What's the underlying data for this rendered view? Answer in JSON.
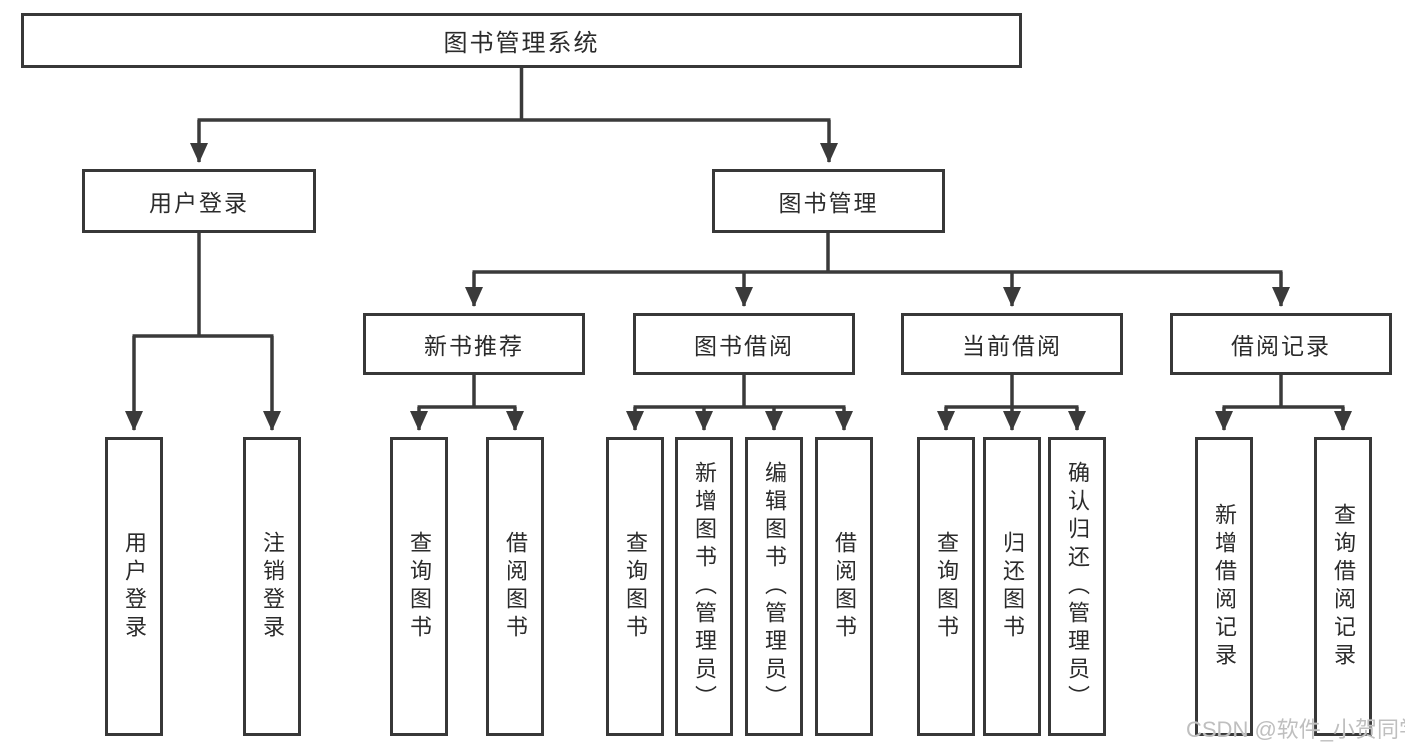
{
  "diagram": {
    "root": {
      "label": "图书管理系统"
    },
    "level2": [
      {
        "label": "用户登录"
      },
      {
        "label": "图书管理"
      }
    ],
    "level3": [
      {
        "label": "新书推荐"
      },
      {
        "label": "图书借阅"
      },
      {
        "label": "当前借阅"
      },
      {
        "label": "借阅记录"
      }
    ],
    "leaves": [
      {
        "label": "用户登录"
      },
      {
        "label": "注销登录"
      },
      {
        "label": "查询图书"
      },
      {
        "label": "借阅图书"
      },
      {
        "label": "查询图书"
      },
      {
        "label": "新增图书（管理员）"
      },
      {
        "label": "编辑图书（管理员）"
      },
      {
        "label": "借阅图书"
      },
      {
        "label": "查询图书"
      },
      {
        "label": "归还图书"
      },
      {
        "label": "确认归还（管理员）"
      },
      {
        "label": "新增借阅记录"
      },
      {
        "label": "查询借阅记录"
      }
    ]
  },
  "watermark": "CSDN @软件_小贺同学",
  "colors": {
    "line": "#3a3a3a",
    "border": "#383838",
    "text": "#2b2b2b",
    "watermark": "#bfbfbf",
    "background": "#ffffff"
  }
}
